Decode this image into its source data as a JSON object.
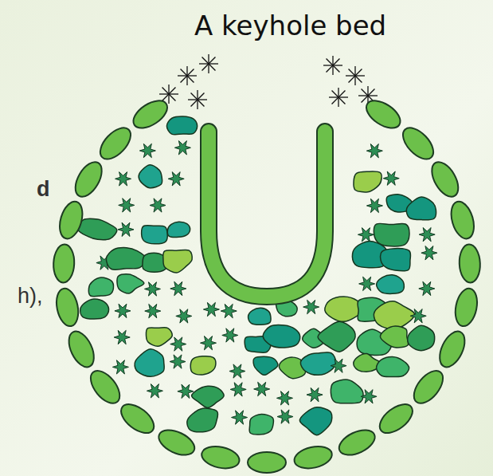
{
  "diagram": {
    "title": "A keyhole bed",
    "labels": [
      "d",
      "h),"
    ]
  }
}
